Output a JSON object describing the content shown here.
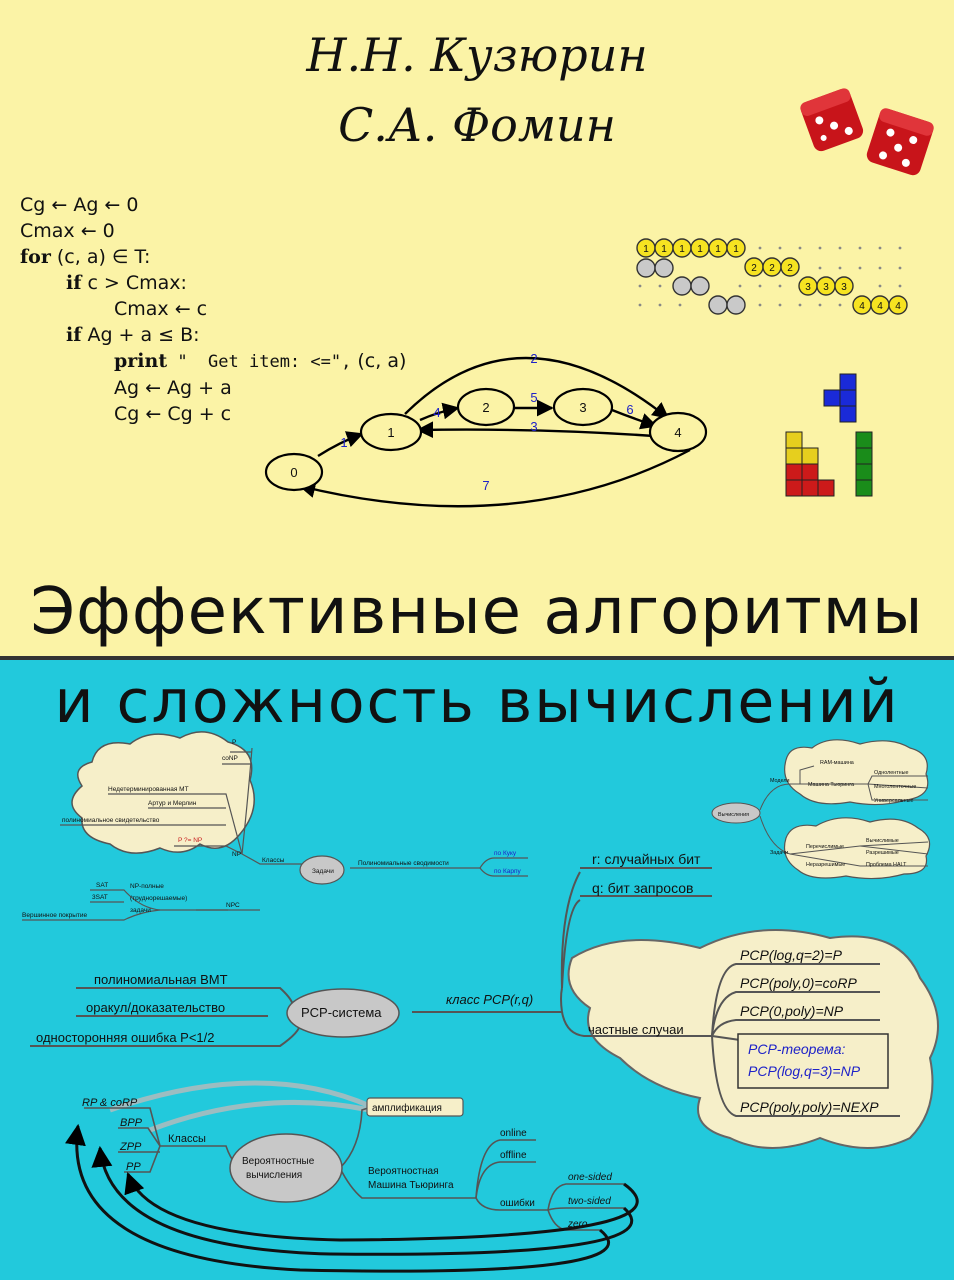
{
  "authors": [
    "Н.Н. Кузюрин",
    "С.А. Фомин"
  ],
  "algorithm": {
    "line1": "Cg ← Ag ← 0",
    "line2": "Cmax ← 0",
    "line3_kw": "for",
    "line3": " (c, a) ∈ T:",
    "line4_kw": "if",
    "line4": " c > Cmax:",
    "line5": "Cmax ← c",
    "line6_kw": "if",
    "line6": " Ag + a ≤ B:",
    "line7_kw": "print",
    "line7_code": " \"  Get item: <=\",",
    "line7_rest": " (c, a)",
    "line8": "Ag ← Ag + a",
    "line9": "Cg ← Cg + c"
  },
  "graph": {
    "nodes": [
      "0",
      "1",
      "2",
      "3",
      "4"
    ],
    "edge_labels": [
      "1",
      "4",
      "5",
      "6",
      "3",
      "2",
      "7"
    ]
  },
  "knapsack_markers": [
    "1",
    "2",
    "3",
    "4"
  ],
  "title": {
    "line1": "Эффективные алгоритмы",
    "line2": "и сложность вычислений"
  },
  "mindmap_left_top": {
    "P": "P",
    "coNP": "coNP",
    "ndmt": "Недетерминированная МТ",
    "arthur": "Артур и Мерлин",
    "poly_cert": "полиномиальное свидетельство",
    "p_np": "P ?= NP",
    "np": "NP",
    "classes": "Классы",
    "tasks": "Задачи",
    "poly_red": "Полиномиальные сводимости",
    "by_cook": "по Куку",
    "by_karp": "по Карпу",
    "sat": "SAT",
    "3sat": "3SAT",
    "vertex_cover": "Вершинное покрытие",
    "np_complete1": "NP-полные",
    "np_complete2": "(труднорешаемые)",
    "np_complete3": "задачи",
    "npc": "NPC"
  },
  "mindmap_right_top": {
    "computations": "Вычисления",
    "models": "Модели",
    "ram": "RAM-машина",
    "turing": "Машина Тьюринга",
    "single_tape": "Однолентные",
    "multi_tape": "Многоленточные",
    "universal": "Универсальные",
    "tasks": "Задачи",
    "computable": "Вычислимые",
    "resolvable": "Разрешимые",
    "undecidable_q": "Перечислимые",
    "undecidable": "Неразрешимые",
    "halt": "Проблема HALT"
  },
  "pcp": {
    "r_bits": "r: случайных бит",
    "q_bits": "q: бит запросов",
    "poly_vmt": "полиномиальная ВМТ",
    "oracle": "оракул/доказательство",
    "one_sided": "односторонняя ошибка P<1/2",
    "system": "PCP-система",
    "class": "класс PCP(r,q)",
    "special": "частные случаи",
    "c1": "PCP(log,q=2)=P",
    "c2": "PCP(poly,0)=coRP",
    "c3": "PCP(0,poly)=NP",
    "c4a": "PCP-теорема:",
    "c4b": "PCP(log,q=3)=NP",
    "c5": "PCP(poly,poly)=NEXP"
  },
  "prob": {
    "rp": "RP & coRP",
    "bpp": "BPP",
    "zpp": "ZPP",
    "pp": "PP",
    "classes": "Классы",
    "node1": "Вероятностные",
    "node2": "вычисления",
    "ampl": "амплификация",
    "pmt1": "Вероятностная",
    "pmt2": "Машина Тьюринга",
    "online": "online",
    "offline": "offline",
    "errors": "ошибки",
    "one_sided": "one-sided",
    "two_sided": "two-sided",
    "zero": "zero"
  },
  "colors": {
    "top_bg": "#fbf3a6",
    "bottom_bg": "#22c9dc",
    "cloud": "#f6efc9",
    "node": "#c8c8c8",
    "blue_text": "#1e22c8"
  }
}
